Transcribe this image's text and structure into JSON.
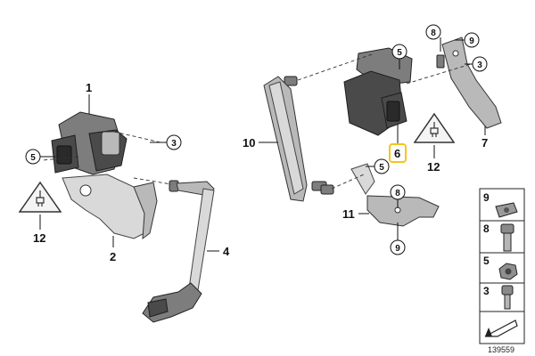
{
  "callouts": {
    "c1": "1",
    "c2": "2",
    "c3a": "3",
    "c4": "4",
    "c5a": "5",
    "c12a": "12",
    "c5b": "5",
    "c8a": "8",
    "c9a": "9",
    "c3b": "3",
    "c10": "10",
    "c6": "6",
    "c12b": "12",
    "c7": "7",
    "c5c": "5",
    "c11": "11",
    "c8b": "8",
    "c9b": "9"
  },
  "highlight_color": "#f5c518",
  "legend": {
    "items": [
      {
        "num": "9",
        "icon": "clip-nut-icon"
      },
      {
        "num": "8",
        "icon": "flange-bolt-icon"
      },
      {
        "num": "5",
        "icon": "hex-nut-icon"
      },
      {
        "num": "3",
        "icon": "socket-screw-icon"
      }
    ]
  },
  "image_id": "139559"
}
